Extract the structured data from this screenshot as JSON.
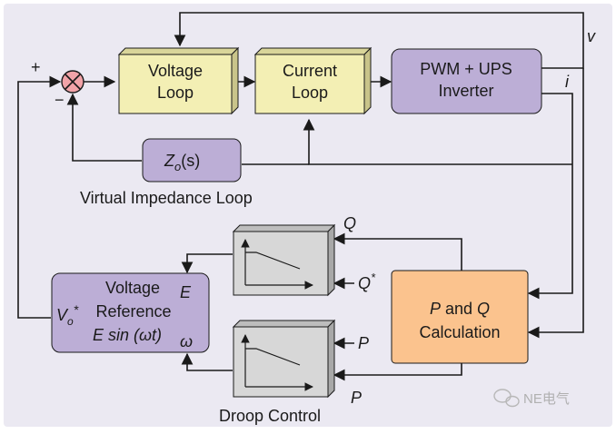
{
  "blocks": {
    "voltage_loop": [
      "Voltage",
      "Loop"
    ],
    "current_loop": [
      "Current",
      "Loop"
    ],
    "pwm_inverter": [
      "PWM + UPS",
      "Inverter"
    ],
    "zo": "Z",
    "zo_sub": "o",
    "zo_arg": "(s)",
    "voltage_ref": {
      "line1": "Voltage",
      "line2": "Reference",
      "line3": "E sin (ωt)",
      "e_label": "E",
      "omega_label": "ω"
    },
    "pq_calc": {
      "line1a": "P",
      "line1b": " and ",
      "line1c": "Q",
      "line2": "Calculation"
    }
  },
  "labels": {
    "v": "v",
    "i": "i",
    "plus": "+",
    "minus": "−",
    "virtual_impedance": "Virtual Impedance Loop",
    "droop_control": "Droop Control",
    "q": "Q",
    "q_star": "Q",
    "star": "*",
    "p_in": "P",
    "p_out": "P",
    "vo_star": "V",
    "vo_sub": "o",
    "vo_star_sup": "*"
  },
  "watermark": {
    "text": "NE电气",
    "icon": "wechat-icon"
  },
  "colors": {
    "background_panel": "#ebe9f2",
    "block_yellow": "#f3efb4",
    "block_purple": "#bcaed6",
    "block_orange": "#fbc38e",
    "block_gray": "#d7d7d7",
    "sum_junction": "#f2a3a8",
    "line": "#1a1a1a"
  }
}
